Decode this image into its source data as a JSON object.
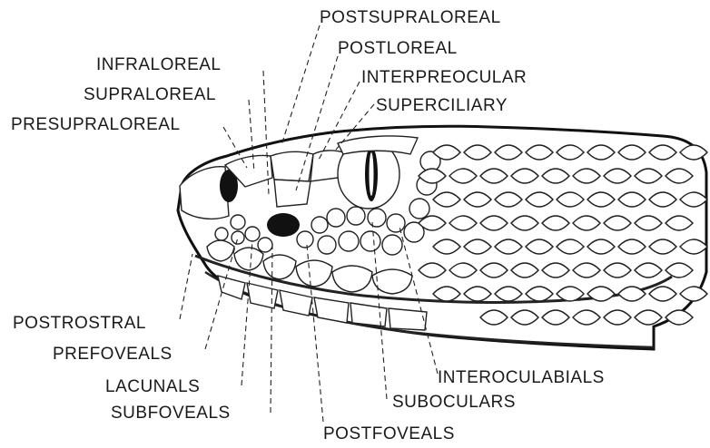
{
  "labels": {
    "postsupraloreal": "POSTSUPRALOREAL",
    "postloreal": "POSTLOREAL",
    "infraloreal": "INFRALOREAL",
    "interpreocular": "INTERPREOCULAR",
    "supraloreal": "SUPRALOREAL",
    "superciliary": "SUPERCILIARY",
    "presupraloreal": "PRESUPRALOREAL",
    "postrostral": "POSTROSTRAL",
    "prefoveals": "PREFOVEALS",
    "lacunals": "LACUNALS",
    "subfoveals": "SUBFOVEALS",
    "postfoveals": "POSTFOVEALS",
    "suboculars": "SUBOCULARS",
    "interoculabials": "INTEROCULABIALS"
  }
}
